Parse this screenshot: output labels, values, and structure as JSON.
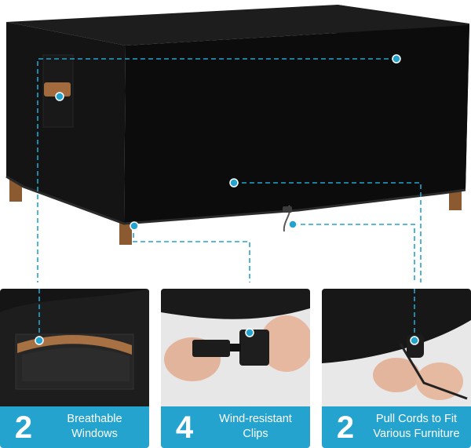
{
  "features": [
    {
      "count": "2",
      "line1": "Breathable",
      "line2": "Windows"
    },
    {
      "count": "4",
      "line1": "Wind-resistant",
      "line2": "Clips"
    },
    {
      "count": "2",
      "line1": "Pull Cords to Fit",
      "line2": "Various Furniture"
    }
  ],
  "colors": {
    "accent": "#24a3cf",
    "cover": "#101010",
    "leg_wood": "#8b5a30",
    "caption_text": "#ffffff"
  },
  "icons": [
    "callout-dot-icon",
    "buckle-clip-icon",
    "cord-lock-icon"
  ]
}
